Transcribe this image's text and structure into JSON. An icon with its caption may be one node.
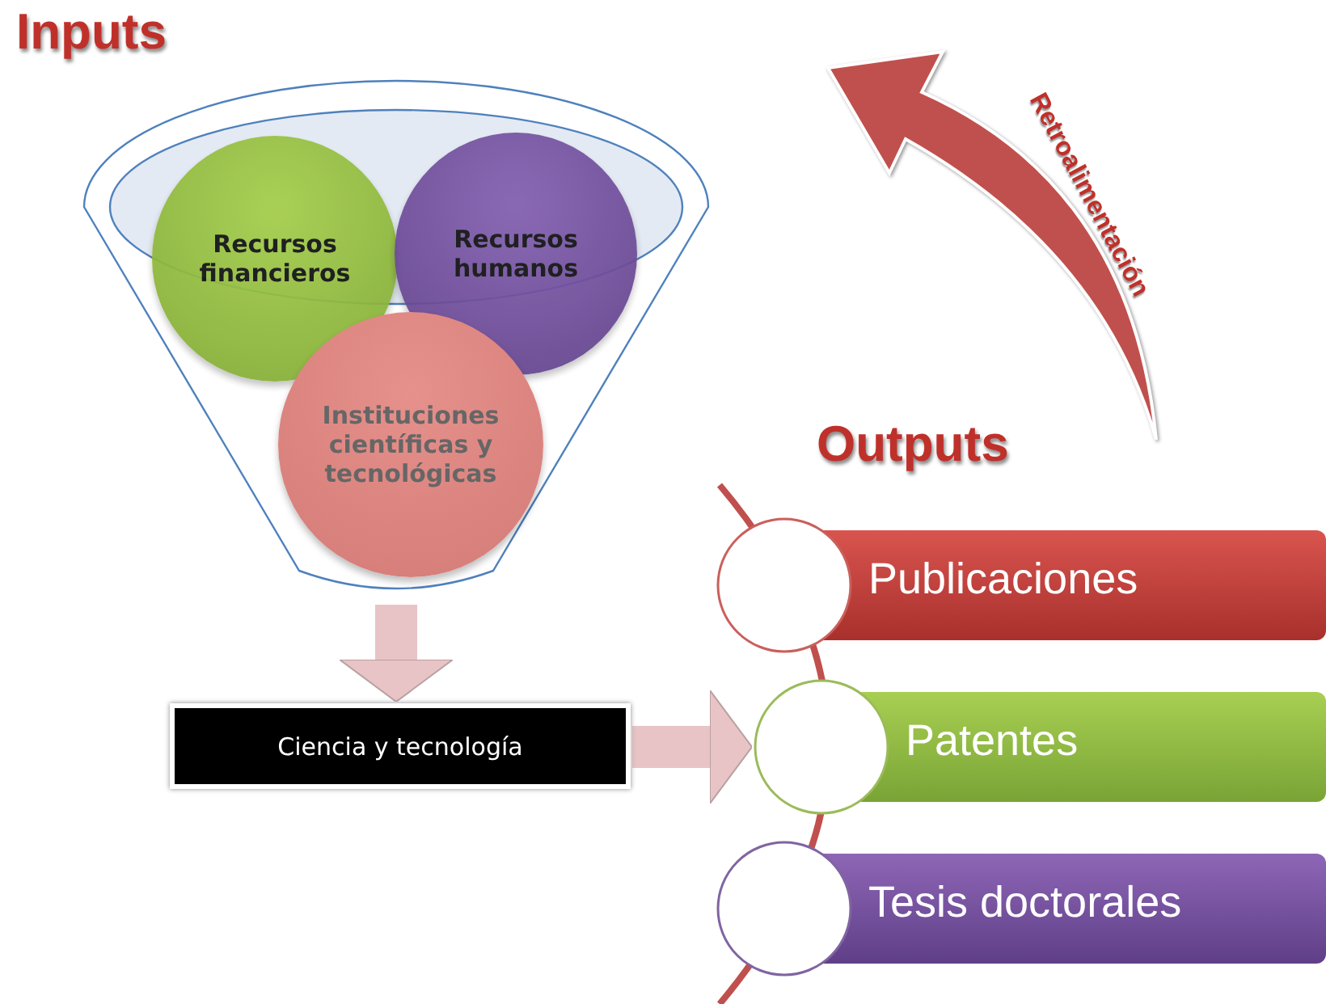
{
  "diagram": {
    "nodes": [
      {
        "text": [],
        "shape": "funnel"
      },
      {
        "text": [
          "Recursos financieros"
        ],
        "in": 0
      },
      {
        "text": [
          "Recursos humanos"
        ],
        "in": 0
      },
      {
        "text": [
          "Instituciones científicas y tecnológicas"
        ],
        "in": 0
      },
      {
        "text": [
          "Ciencia y tecnología"
        ]
      },
      {
        "text": [
          "Publicaciones"
        ]
      },
      {
        "text": [
          "Patentes"
        ]
      },
      {
        "text": [
          "Tesis doctorales"
        ]
      }
    ],
    "edges": [
      {
        "from": 0,
        "to": 4,
        "arrow": "to"
      },
      {
        "from": 4,
        "to": 6,
        "arrow": "to"
      }
    ],
    "labels": [
      "Inputs",
      "Retroalimentación",
      "Outputs"
    ]
  }
}
